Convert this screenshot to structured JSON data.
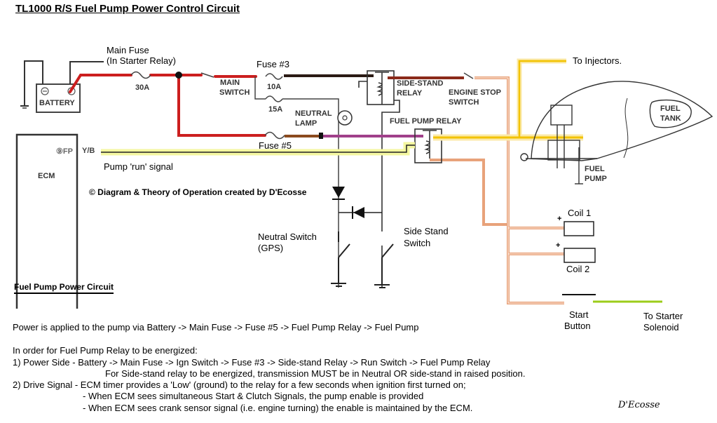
{
  "title": "TL1000 R/S Fuel Pump Power Control Circuit",
  "colors": {
    "power_wire": "#cc1f1f",
    "black_wire": "#2a1a14",
    "run_wire": "#8b2a1a",
    "fuse5_out_wire": "#8b4a1e",
    "relay_to_pump_purple": "#a0408a",
    "pump_feed_yellow": "#f2c200",
    "ignition_orange": "#e8a27a",
    "signal_glow": "#f4f7a0",
    "starter_green": "#9ccc1a",
    "schematic_line": "#222222"
  },
  "labels": {
    "main_fuse": "Main Fuse",
    "main_fuse_sub": "(In Starter Relay)",
    "main_fuse_rating": "30A",
    "battery": "BATTERY",
    "main_switch_1": "MAIN",
    "main_switch_2": "SWITCH",
    "fuse3": "Fuse #3",
    "fuse3_rating": "10A",
    "fuse_15a": "15A",
    "neutral_lamp_1": "NEUTRAL",
    "neutral_lamp_2": "LAMP",
    "side_stand_relay_1": "SIDE-STAND",
    "side_stand_relay_2": "RELAY",
    "engine_stop_1": "ENGINE STOP",
    "engine_stop_2": "SWITCH",
    "fuel_pump_relay": "FUEL PUMP RELAY",
    "fuse5": "Fuse #5",
    "to_injectors": "To Injectors.",
    "fuel_tank_1": "FUEL",
    "fuel_tank_2": "TANK",
    "fuel_pump_1": "FUEL",
    "fuel_pump_2": "PUMP",
    "ecm": "ECM",
    "ecm_pin": "⑨FP",
    "ecm_wire": "Y/B",
    "pump_run_signal": "Pump 'run' signal",
    "copyright": "© Diagram & Theory of Operation created by D'Ecosse",
    "neutral_switch_1": "Neutral Switch",
    "neutral_switch_2": "(GPS)",
    "side_stand_switch_1": "Side Stand",
    "side_stand_switch_2": "Switch",
    "coil1": "Coil 1",
    "coil2": "Coil 2",
    "plus": "+",
    "start_button_1": "Start",
    "start_button_2": "Button",
    "to_starter_1": "To Starter",
    "to_starter_2": "Solenoid"
  },
  "section_title": "Fuel Pump Power Circuit",
  "description": {
    "power_path": "Power is applied to the pump via Battery -> Main Fuse -> Fuse #5 -> Fuel Pump Relay -> Fuel Pump",
    "energize_intro": "In order for Fuel Pump Relay to be energized:",
    "item1": "1) Power Side - Battery -> Main Fuse -> Ign Switch -> Fuse #3 -> Side-stand Relay -> Run Switch -> Fuel Pump Relay",
    "item1_note": "For Side-stand relay to be energized, transmission MUST be in Neutral OR side-stand in raised position.",
    "item2": "2) Drive Signal - ECM timer provides a 'Low' (ground) to the relay for a few seconds when ignition first turned on;",
    "item2_a": "- When ECM sees simultaneous Start & Clutch Signals, the pump enable is provided",
    "item2_b": "- When ECM sees crank sensor signal (i.e. engine turning) the enable is maintained by the ECM."
  },
  "signature": "D'Ecosse"
}
